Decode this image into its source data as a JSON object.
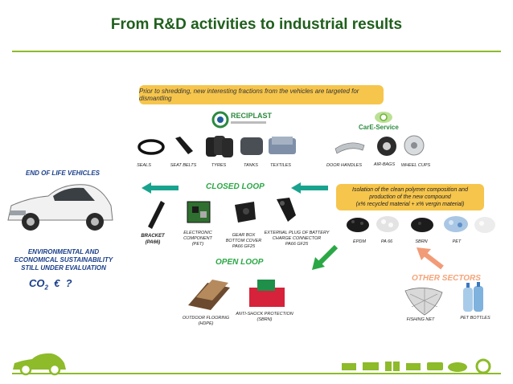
{
  "title": "From R&D activities to industrial results",
  "dismantling_note": "Prior to shredding, new interesting fractions from the vehicles are targeted for dismantling",
  "logos": {
    "reciplast": "RECIPLAST",
    "care_service": "CarE-Service"
  },
  "dismantled_parts": [
    "SEALS",
    "SEAT BELTS",
    "TYRES",
    "TANKS",
    "TEXTILES",
    "DOOR HANDLES",
    "AIR-BAGS",
    "WHEEL CUPS"
  ],
  "isolation_note": {
    "line1": "Isolation of the clean polymer composition and",
    "line2": "production of the new compound",
    "line3": "(x% recycled material + x% vergin material)"
  },
  "compounds": [
    "EPDM",
    "PA 66",
    "SBRN",
    "PET"
  ],
  "end_of_life": "END OF LIFE VEHICLES",
  "closed_loop": {
    "label": "CLOSED LOOP",
    "items": [
      {
        "line1": "BRACKET",
        "line2": "(PA66)"
      },
      {
        "line1": "ELECTRONIC",
        "line2": "COMPONENT",
        "line3": "(PET)"
      },
      {
        "line1": "GEAR BOX",
        "line2": "BOTTOM COVER",
        "line3": "PA66 GF25"
      },
      {
        "line1": "EXTERNAL PLUG OF BATTERY",
        "line2": "CHARGE CONNECTOR",
        "line3": "PA66 GF25"
      }
    ]
  },
  "open_loop": {
    "label": "OPEN LOOP",
    "items": [
      {
        "line1": "OUTDOOR FLOORING",
        "line2": "(HDPE)"
      },
      {
        "line1": "ANTI-SHOCK PROTECTION",
        "line2": "(SBRN)"
      }
    ]
  },
  "sustainability": {
    "line1": "ENVIRONMENTAL AND",
    "line2": "ECONOMICAL  SUSTAINABILITY",
    "line3": "STILL UNDER EVALUATION"
  },
  "co2_question": {
    "co": "CO",
    "sub": "2",
    "rest": "  €  ?"
  },
  "other_sectors": {
    "label": "OTHER SECTORS",
    "items": [
      "FISHING NET",
      "PET BOTTLES"
    ]
  },
  "colors": {
    "title_green": "#1f5f1c",
    "rule_green": "#8dbb2a",
    "loop_green": "#2aa845",
    "orange_note": "#f6c54c",
    "teal_arrow": "#19a38f",
    "salmon": "#f5a378",
    "blue_text": "#1a3f8a"
  }
}
